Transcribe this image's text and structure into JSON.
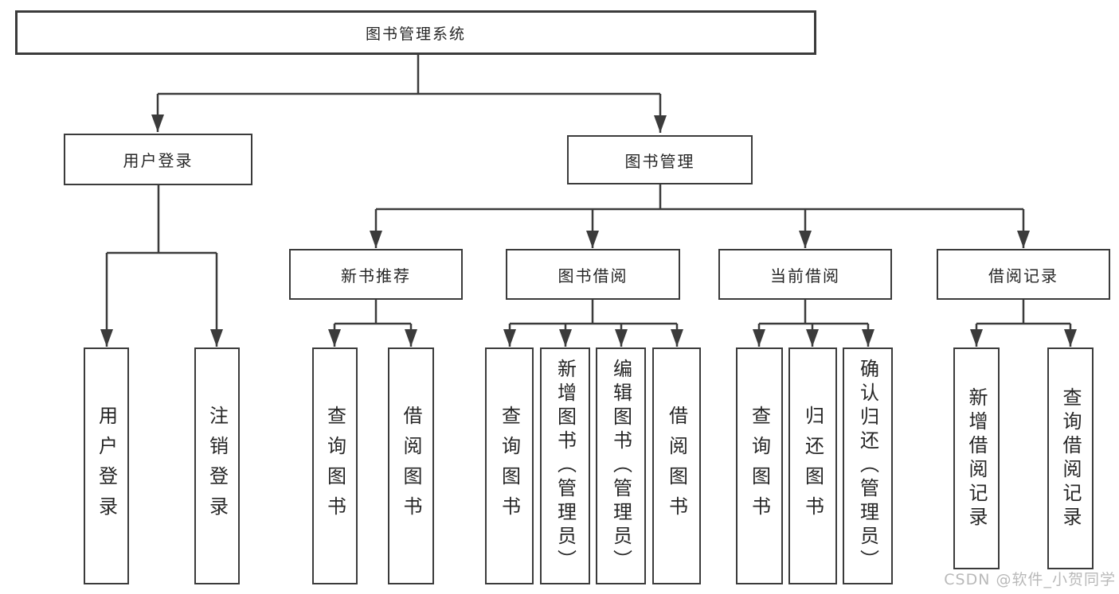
{
  "diagram": {
    "title_node": {
      "label": "图书管理系统"
    },
    "level2": [
      {
        "label": "用户登录"
      },
      {
        "label": "图书管理"
      }
    ],
    "level3": [
      {
        "label": "新书推荐"
      },
      {
        "label": "图书借阅"
      },
      {
        "label": "当前借阅"
      },
      {
        "label": "借阅记录"
      }
    ],
    "leaves": {
      "user_login": [
        {
          "label": "用户登录"
        },
        {
          "label": "注销登录"
        }
      ],
      "new_book_recommend": [
        {
          "label": "查询图书"
        },
        {
          "label": "借阅图书"
        }
      ],
      "book_borrow": [
        {
          "label": "查询图书"
        },
        {
          "label": "新增图书（管理员）"
        },
        {
          "label": "编辑图书（管理员）"
        },
        {
          "label": "借阅图书"
        }
      ],
      "current_borrow": [
        {
          "label": "查询图书"
        },
        {
          "label": "归还图书"
        },
        {
          "label": "确认归还（管理员）"
        }
      ],
      "borrow_record": [
        {
          "label": "新增借阅记录"
        },
        {
          "label": "查询借阅记录"
        }
      ]
    },
    "watermark": "CSDN @软件_小贺同学",
    "colors": {
      "line": "#3b3b3b",
      "text": "#262626",
      "watermark": "#b9b9b9",
      "background": "#ffffff"
    }
  }
}
